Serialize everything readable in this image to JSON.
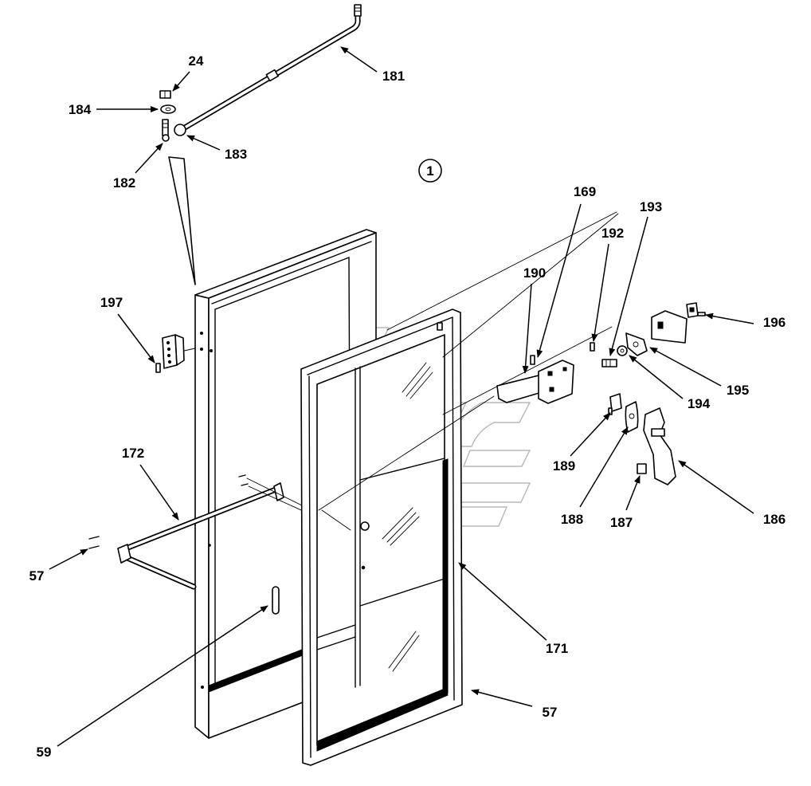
{
  "diagram": {
    "callout_circle": "1",
    "callouts": {
      "c24": "24",
      "c181": "181",
      "c184": "184",
      "c183": "183",
      "c182": "182",
      "c169": "169",
      "c193": "193",
      "c192": "192",
      "c190": "190",
      "c197": "197",
      "c196": "196",
      "c195": "195",
      "c194": "194",
      "c189": "189",
      "c172": "172",
      "c188": "188",
      "c187": "187",
      "c186": "186",
      "c57_left": "57",
      "c171": "171",
      "c57_right": "57",
      "c59": "59"
    },
    "colors": {
      "line": "#000000",
      "watermark": "#b8b8b8",
      "background": "#ffffff"
    }
  }
}
